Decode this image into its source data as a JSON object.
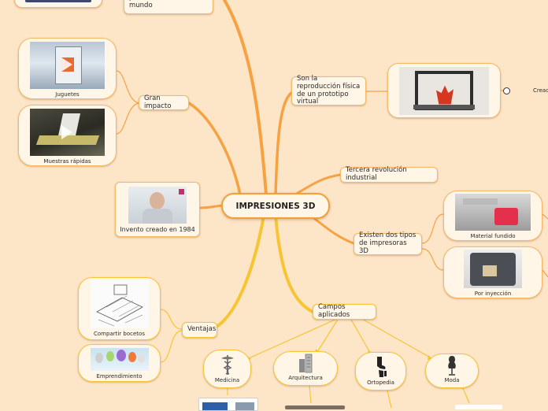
{
  "central": "IMPRESIONES 3D",
  "topics": {
    "reproduccion": "Son la reproducción física de un prototipo virtual",
    "top_cut": "Cada objeto creado podría cambiar el mundo",
    "gran_impacto": "Gran impacto",
    "invento": "Invento creado en 1984",
    "tercera": "Tercera revolución industrial",
    "tipos": "Existen dos tipos de impresoras 3D",
    "campos": "Campos aplicados",
    "ventajas": "Ventajas"
  },
  "cards": {
    "juguetes": "Juguetes",
    "muestras": "Muestras rápidas",
    "material": "Material fundido",
    "inyeccion": "Por inyección",
    "compartir": "Compartir bocetos",
    "emprendimiento": "Emprendimiento"
  },
  "fields": {
    "medicina": "Medicina",
    "arquitectura": "Arquitectura",
    "ortopedia": "Ortopedia",
    "moda": "Moda"
  },
  "edge_label": "Creaci",
  "colors": {
    "background": "#fde5c8",
    "node_border": "#f5b866",
    "branch_orange": "#f6a243",
    "branch_yellow": "#f7c533"
  }
}
